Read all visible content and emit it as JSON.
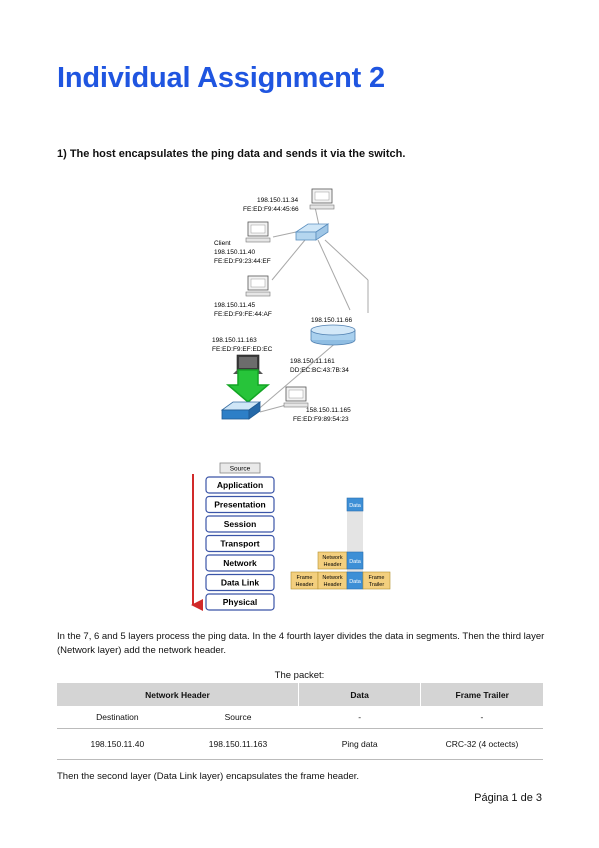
{
  "title": "Individual Assignment 2",
  "question": "1) The host encapsulates the ping data and sends it via the switch.",
  "network": {
    "host_top_ip": "198.150.11.34",
    "host_top_mac": "FE:ED:F9:44:45:66",
    "client_label": "Client",
    "client_ip": "198.150.11.40",
    "client_mac": "FE:ED:F9:23:44:EF",
    "host_mid_ip": "198.150.11.45",
    "host_mid_mac": "FE:ED:F9:FE:44:AF",
    "router_ip": "198.150.11.66",
    "laptop_ip": "198.150.11.163",
    "laptop_mac": "FE:ED:F9:EF:ED:EC",
    "router_port_ip": "198.150.11.161",
    "router_port_mac": "DD:EC:BC:43:7B:34",
    "host_right_ip": "158.150.11.165",
    "host_right_mac": "FE:ED:F9:89:54:23"
  },
  "osi": {
    "source_label": "Source",
    "layers": [
      "Application",
      "Presentation",
      "Session",
      "Transport",
      "Network",
      "Data Link",
      "Physical"
    ],
    "data_label": "Data",
    "network_header": [
      "Network",
      "Header"
    ],
    "frame_header": [
      "Frame",
      "Header"
    ],
    "frame_trailer": [
      "Frame",
      "Trailer"
    ],
    "colors": {
      "header_fill": "#f3cf7e",
      "data_fill": "#3d8fd6",
      "arrow": "#d12a2a",
      "layer_border": "#3b55a8"
    }
  },
  "paragraph": "In the 7, 6 and 5 layers process the ping data. In the 4 fourth layer divides the data in segments. Then the third layer (Network layer) add the network header.",
  "table_caption": "The packet:",
  "table": {
    "headers": [
      "Network Header",
      "Data",
      "Frame Trailer"
    ],
    "rows": [
      [
        "Destination",
        "Source",
        "-",
        "-"
      ],
      [
        "198.150.11.40",
        "198.150.11.163",
        "Ping data",
        "CRC-32 (4 octects)"
      ]
    ]
  },
  "paragraph2": "Then the second layer (Data Link layer) encapsulates the frame header.",
  "page_number": "Página 1 de 3"
}
